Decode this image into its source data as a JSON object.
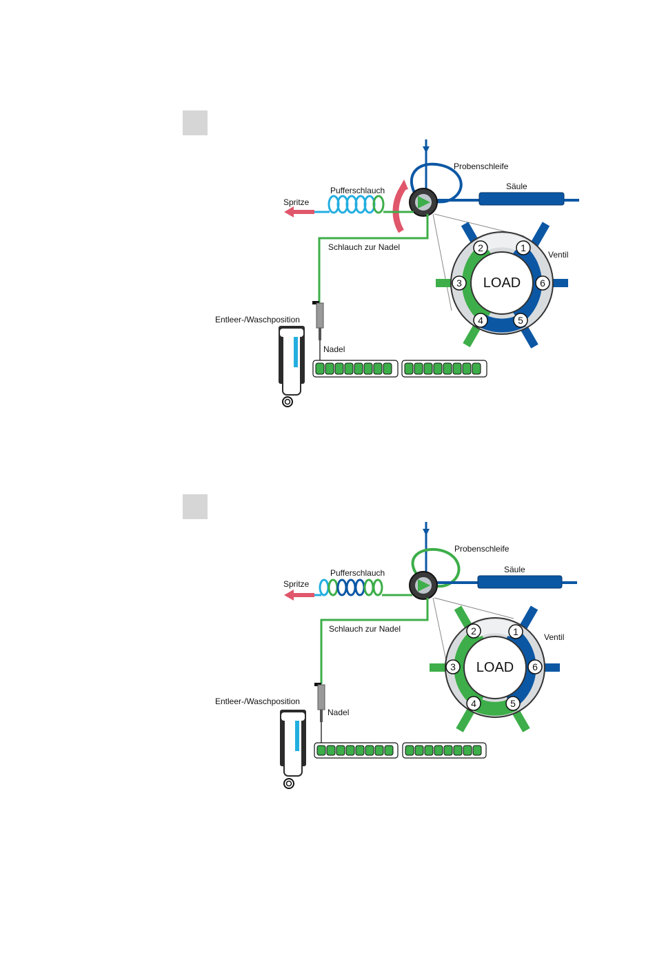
{
  "colors": {
    "green": "#3dae49",
    "blue": "#0b57a4",
    "cyan": "#23aee0",
    "red": "#e0566a",
    "dark": "#2b2b2b"
  },
  "panels": [
    {
      "labels": {
        "probenschleife": "Probenschleife",
        "saeule": "Säule",
        "pufferschlauch": "Pufferschlauch",
        "spritze": "Spritze",
        "schlauch": "Schlauch zur Nadel",
        "ventil": "Ventil",
        "entleer": "Entleer-/Waschposition",
        "nadel": "Nadel",
        "load": "LOAD",
        "ports": [
          "1",
          "2",
          "3",
          "4",
          "5",
          "6"
        ]
      },
      "state": {
        "loop_filled": "blue",
        "rotation_arrow": true
      }
    },
    {
      "labels": {
        "probenschleife": "Probenschleife",
        "saeule": "Säule",
        "pufferschlauch": "Pufferschlauch",
        "spritze": "Spritze",
        "schlauch": "Schlauch zur Nadel",
        "ventil": "Ventil",
        "entleer": "Entleer-/Waschposition",
        "nadel": "Nadel",
        "load": "LOAD",
        "ports": [
          "1",
          "2",
          "3",
          "4",
          "5",
          "6"
        ]
      },
      "state": {
        "loop_filled": "green",
        "rotation_arrow": false
      }
    }
  ]
}
